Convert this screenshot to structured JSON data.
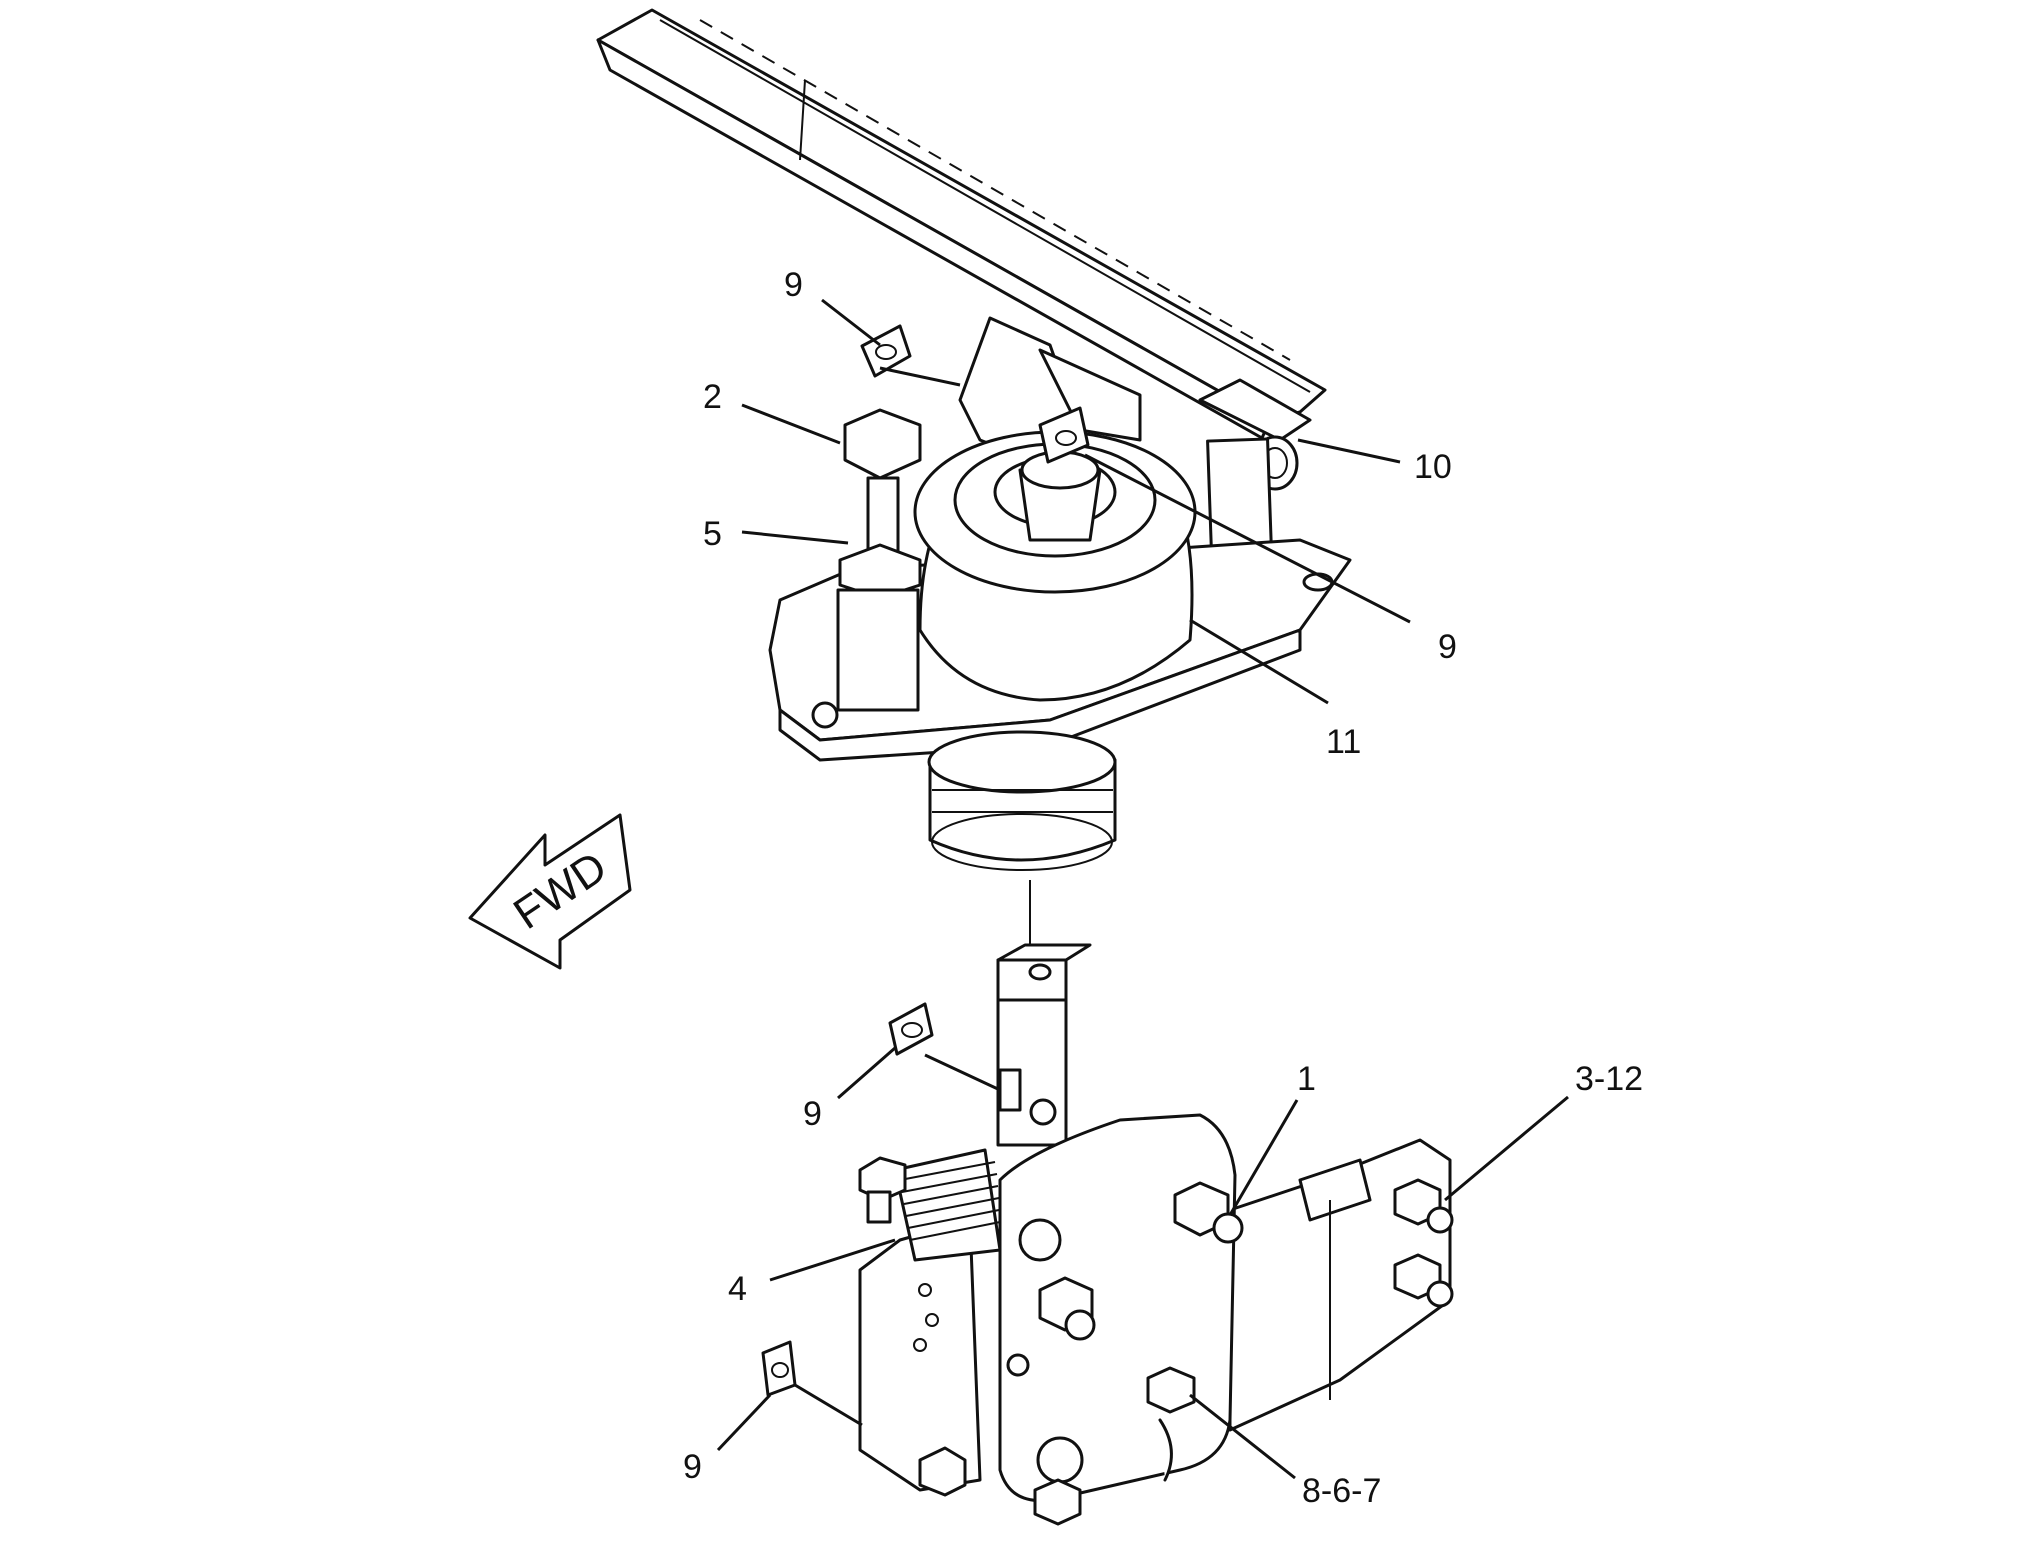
{
  "diagram": {
    "direction_arrow": {
      "label": "FWD"
    },
    "callouts": [
      {
        "id": "c-9-top",
        "label": "9"
      },
      {
        "id": "c-2",
        "label": "2"
      },
      {
        "id": "c-5",
        "label": "5"
      },
      {
        "id": "c-10",
        "label": "10"
      },
      {
        "id": "c-9-right",
        "label": "9"
      },
      {
        "id": "c-11",
        "label": "11"
      },
      {
        "id": "c-9-mid",
        "label": "9"
      },
      {
        "id": "c-1",
        "label": "1"
      },
      {
        "id": "c-3-12",
        "label": "3-12"
      },
      {
        "id": "c-4",
        "label": "4"
      },
      {
        "id": "c-9-bottom",
        "label": "9"
      },
      {
        "id": "c-8-6-7",
        "label": "8-6-7"
      }
    ]
  }
}
